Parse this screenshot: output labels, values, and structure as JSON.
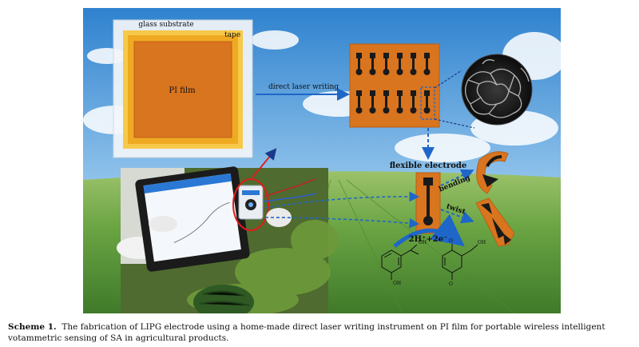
{
  "labels": {
    "glass_substrate": "glass substrate",
    "tape": "tape",
    "pi_film": "PI film",
    "direct_laser_writing": "direct laser writing",
    "flexible_electrode": "flexible electrode",
    "bending": "bending",
    "twist": "twist",
    "reaction": "2H⁺+2e⁻"
  },
  "caption": {
    "label": "Scheme 1.",
    "text": "The fabrication of LIPG electrode using a home-made direct laser writing instrument on PI film for portable wireless intelligent votammetric sensing of SA in agricultural products."
  },
  "colors": {
    "sky": "#3e8fd4",
    "grass": "#5e9a3a",
    "pi_orange": "#d9741f",
    "tape_yellow": "#f3b62a",
    "arrow_blue": "#1f66c9",
    "highlight_red": "#e01b1b"
  }
}
